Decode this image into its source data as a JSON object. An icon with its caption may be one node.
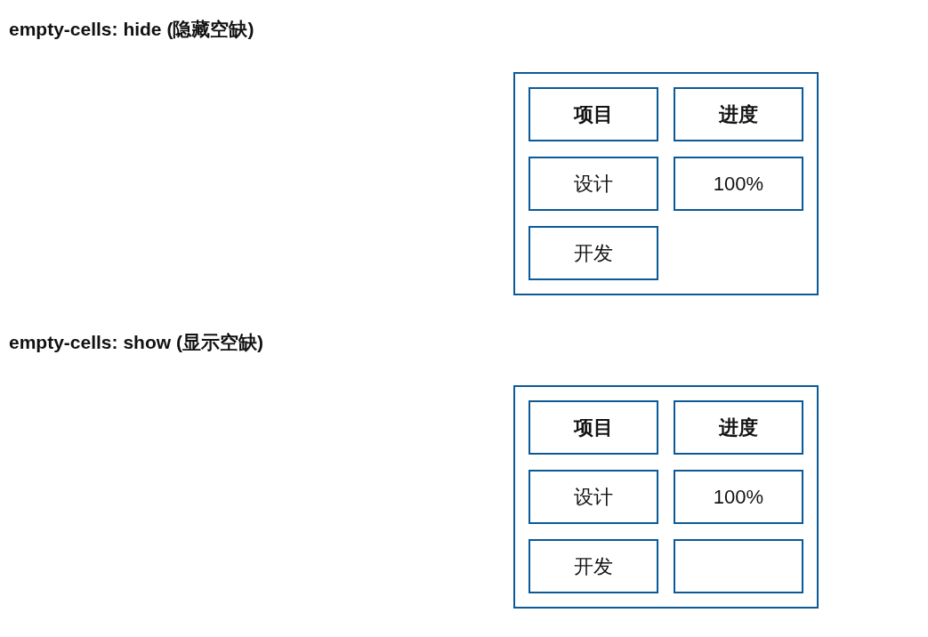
{
  "diagram": {
    "nodes": [
      {
        "text": [],
        "shape": "box"
      },
      {
        "text": [
          "项目"
        ],
        "in": 0
      },
      {
        "text": [
          "进度"
        ],
        "in": 0
      },
      {
        "text": [
          "设计"
        ],
        "in": 0
      },
      {
        "text": [
          "100%"
        ],
        "in": 0
      },
      {
        "text": [
          "开发"
        ],
        "in": 0
      },
      {
        "text": [],
        "shape": "box"
      },
      {
        "text": [
          "项目"
        ],
        "in": 6
      },
      {
        "text": [
          "进度"
        ],
        "in": 6
      },
      {
        "text": [
          "设计"
        ],
        "in": 6
      },
      {
        "text": [
          "100%"
        ],
        "in": 6
      },
      {
        "text": [
          "开发"
        ],
        "in": 6
      },
      {
        "text": [],
        "shape": "box",
        "in": 6
      }
    ],
    "labels": [
      "empty-cells: hide (隐藏空缺)",
      "empty-cells: show (显示空缺)"
    ]
  }
}
